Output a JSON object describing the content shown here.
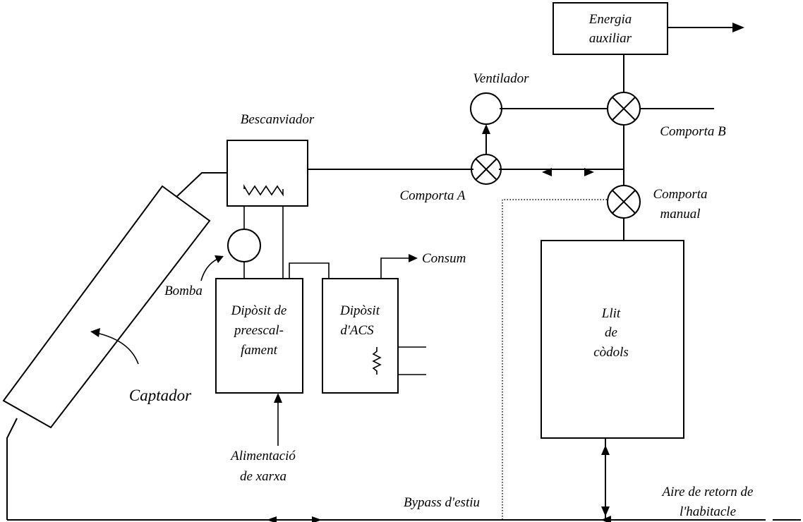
{
  "labels": {
    "energia_line1": "Energia",
    "energia_line2": "auxiliar",
    "ventilador": "Ventilador",
    "bescanviador": "Bescanviador",
    "comporta_b": "Comporta B",
    "comporta_a": "Comporta A",
    "comporta_manual_line1": "Comporta",
    "comporta_manual_line2": "manual",
    "consum": "Consum",
    "bomba": "Bomba",
    "diposit_pre_line1": "Dipòsit de",
    "diposit_pre_line2": "preescal-",
    "diposit_pre_line3": "fament",
    "diposit_acs_line1": "Dipòsit",
    "diposit_acs_line2": "d'ACS",
    "llit_line1": "Llit",
    "llit_line2": "de",
    "llit_line3": "còdols",
    "captador": "Captador",
    "alimentacio_line1": "Alimentació",
    "alimentacio_line2": "de xarxa",
    "bypass": "Bypass d'estiu",
    "aire_retorn_line1": "Aire de retorn de",
    "aire_retorn_line2": "l'habitacle"
  }
}
